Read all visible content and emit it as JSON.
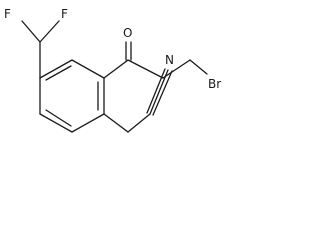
{
  "molecule": {
    "atoms": {
      "f1": "F",
      "f2": "F",
      "o": "O",
      "br": "Br",
      "n": "N"
    }
  }
}
